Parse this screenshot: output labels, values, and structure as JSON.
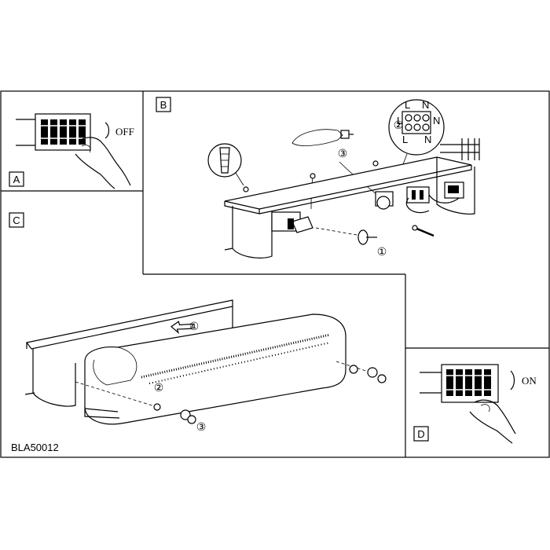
{
  "panels": {
    "a": {
      "label": "A",
      "switch_text": "OFF"
    },
    "b": {
      "label": "B",
      "terminal_labels": [
        "L",
        "N",
        "L",
        "N",
        "L",
        "N"
      ]
    },
    "c": {
      "label": "C"
    },
    "d": {
      "label": "D",
      "switch_text": "ON"
    }
  },
  "steps": {
    "b1": "①",
    "b2": "②",
    "b3": "③",
    "c1": "①",
    "c2": "②",
    "c3": "③"
  },
  "code": "BLA50012"
}
